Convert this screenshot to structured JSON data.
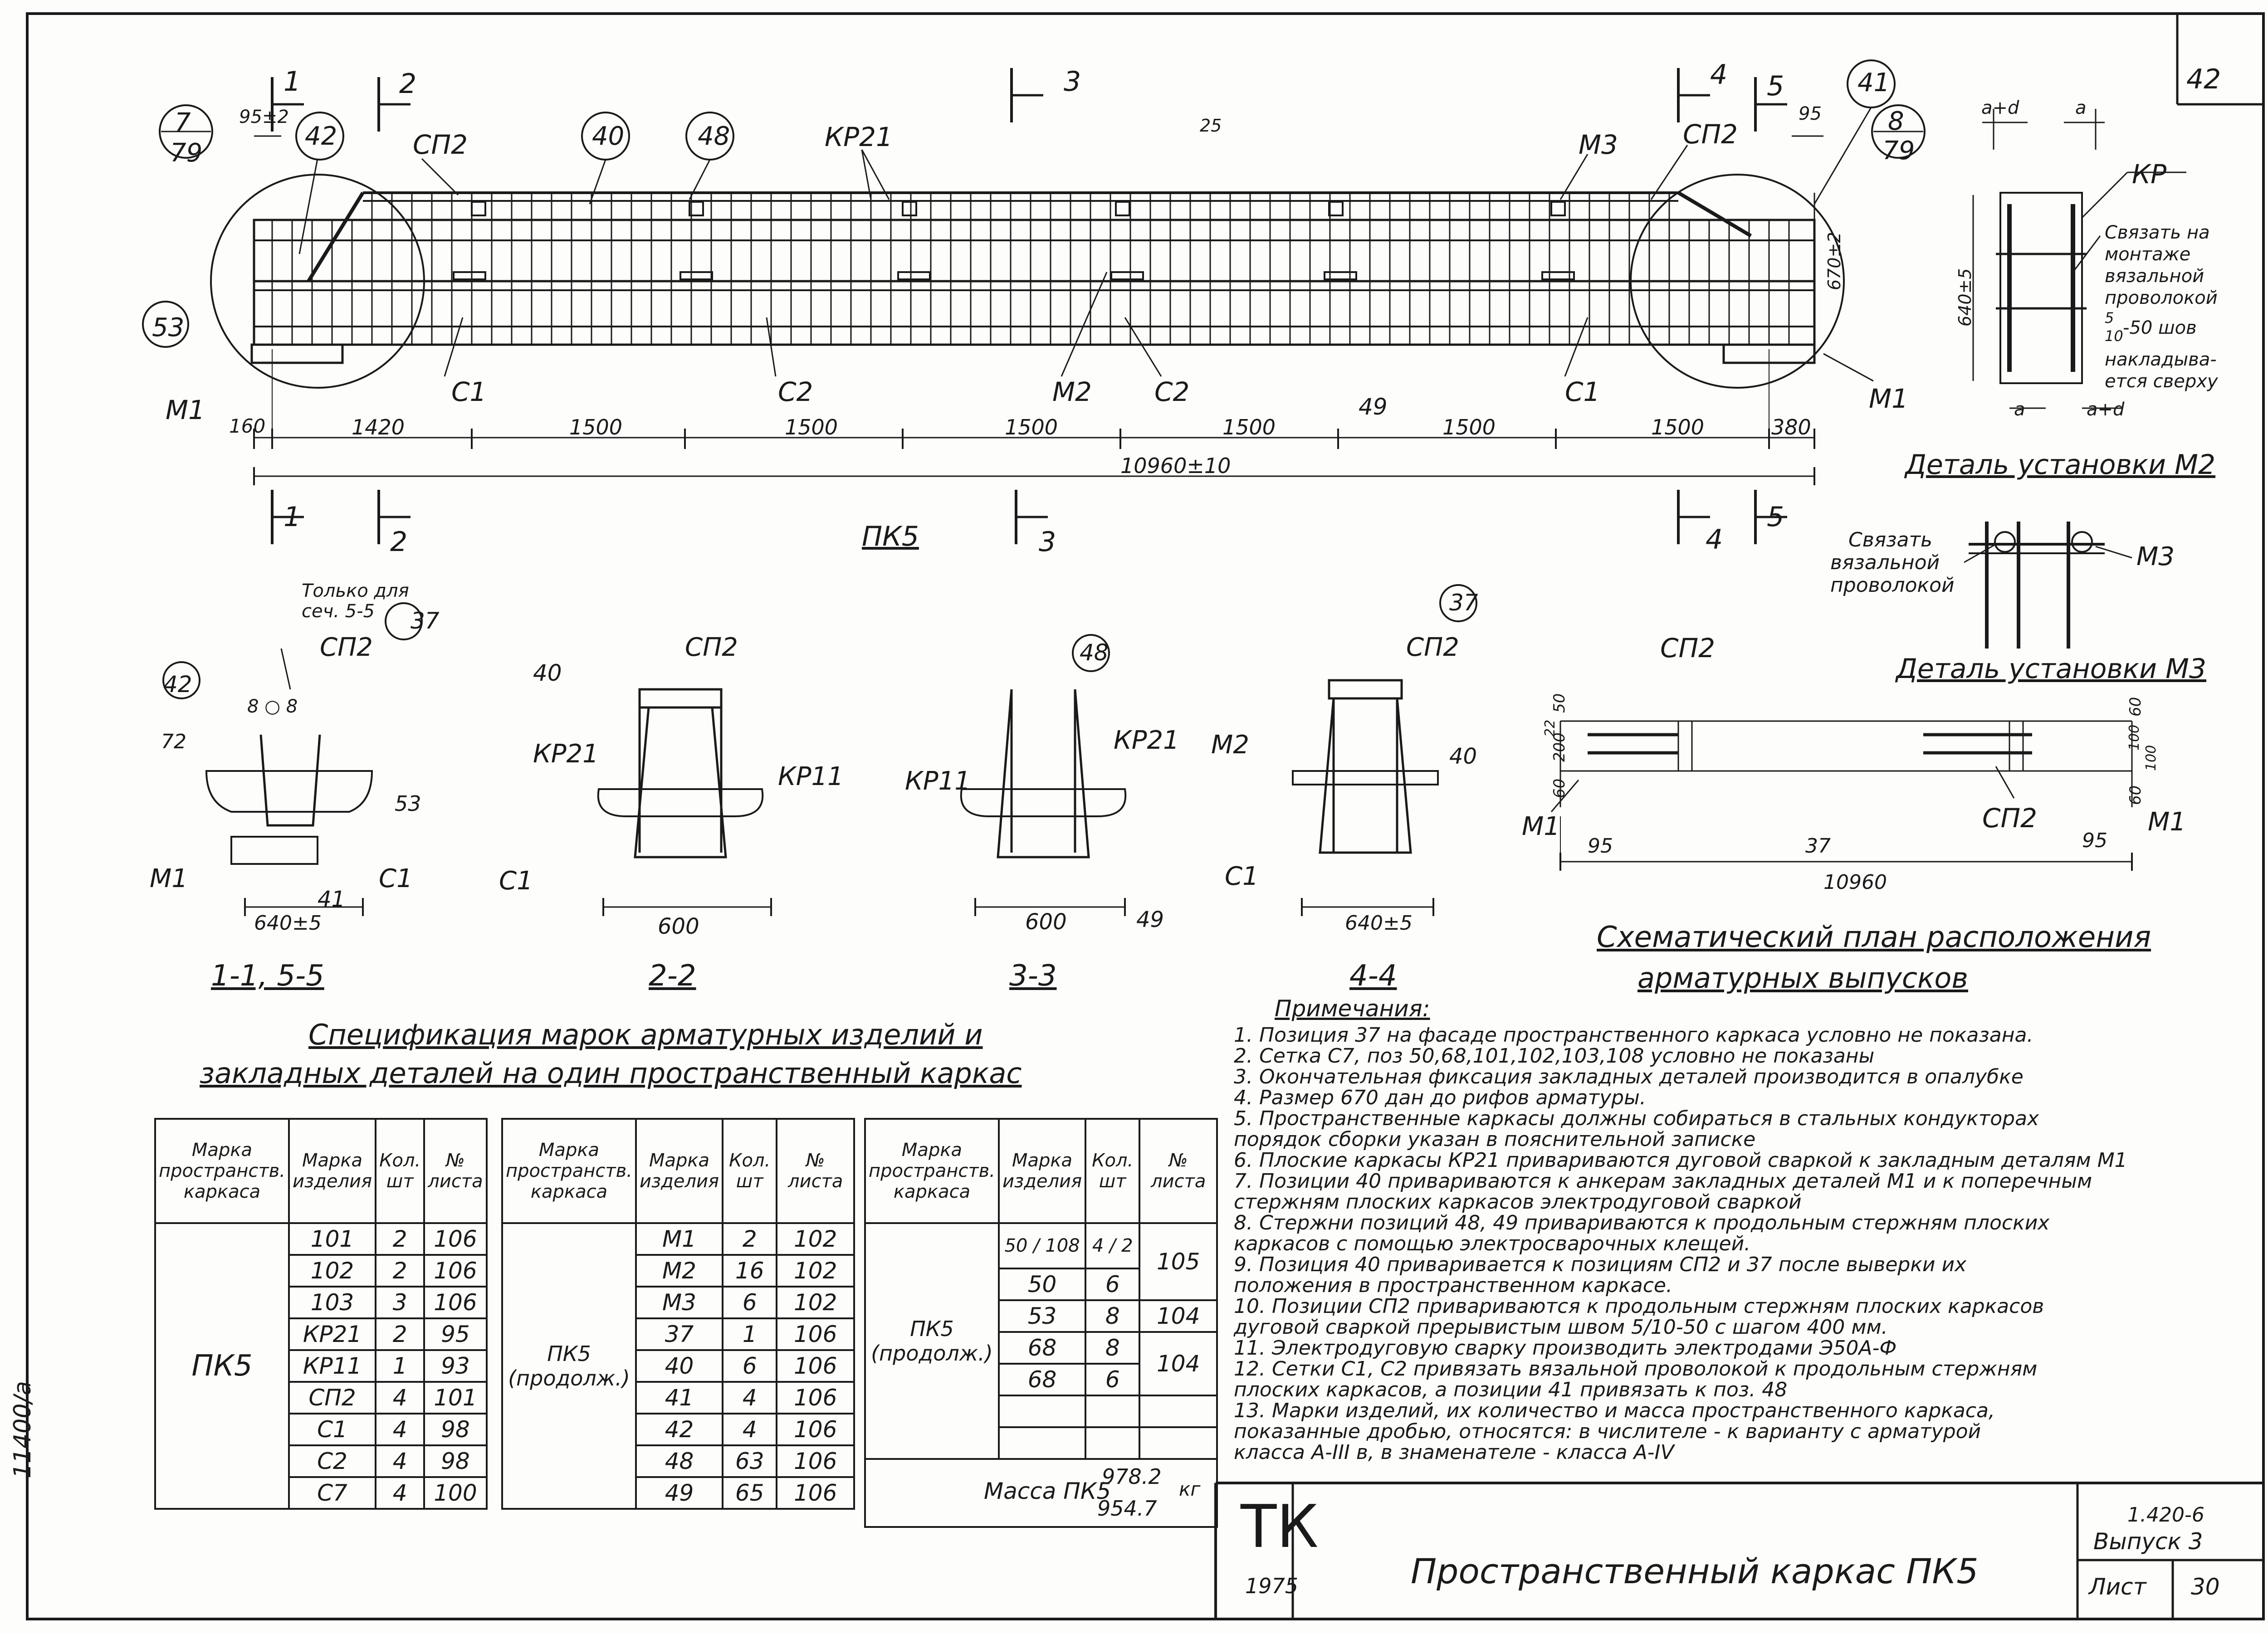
{
  "sheet_number_corner": "42",
  "elevation": {
    "caption": "ПК5",
    "labels": {
      "d7": "7",
      "d79a": "79",
      "d8": "8",
      "d79b": "79",
      "dim952": "95±2",
      "c42": "42",
      "c40": "40",
      "c48": "48",
      "c41": "41",
      "c53": "53",
      "sp2a": "СП2",
      "sp2b": "СП2",
      "kr21": "КР21",
      "m3": "М3",
      "m1a": "М1",
      "m1b": "М1",
      "c1a": "С1",
      "c1b": "С1",
      "c2a": "С2",
      "c2b": "С2",
      "m2": "М2",
      "n49": "49",
      "d25": "25",
      "d95": "95",
      "d670": "670±2"
    },
    "cuts": {
      "s1": "1",
      "s2": "2",
      "s3": "3",
      "s4": "4",
      "s5": "5"
    },
    "dims": [
      "160",
      "1420",
      "1500",
      "1500",
      "1500",
      "1500",
      "1500",
      "1500",
      "380"
    ],
    "total": "10960±10"
  },
  "detail_m2": {
    "title": "Деталь установки М2",
    "labels": {
      "aplusd1": "а+d",
      "a1": "а",
      "kr": "КР",
      "d640": "640±5",
      "aplusd2": "а+d",
      "a2": "а"
    },
    "note_lines": [
      "Связать на",
      "монтаже",
      "вязальной",
      "проволокой",
      "5",
      "10",
      "-50 шов",
      "накладыва-",
      "ется сверху"
    ]
  },
  "detail_m3": {
    "title": "Деталь установки М3",
    "note_lines": [
      "Связать",
      "вязальной",
      "проволокой"
    ],
    "m3": "М3"
  },
  "sections": {
    "s11": {
      "caption": "1-1, 5-5",
      "only": "Только для",
      "only2": "сеч. 5-5",
      "n37": "37",
      "sp2": "СП2",
      "n42": "42",
      "n88": "8 ○ 8",
      "n72": "72",
      "n53": "53",
      "m1": "М1",
      "c1": "С1",
      "n41": "41",
      "dim": "640±5"
    },
    "s22": {
      "caption": "2-2",
      "n40": "40",
      "sp2": "СП2",
      "kr21": "КР21",
      "kr11": "КР11",
      "c1": "С1",
      "dim": "600"
    },
    "s33": {
      "caption": "3-3",
      "n48": "48",
      "kr11": "КР11",
      "kr21": "КР21",
      "dim": "600",
      "n49": "49"
    },
    "s44": {
      "caption": "4-4",
      "n37": "37",
      "sp2": "СП2",
      "m2": "М2",
      "n40": "40",
      "c1": "С1",
      "dim": "640±5"
    }
  },
  "scheme": {
    "title1": "Схематический план расположения",
    "title2": "арматурных выпусков",
    "sp2a": "СП2",
    "sp2b": "СП2",
    "m1a": "М1",
    "m1b": "М1",
    "d95a": "95",
    "d37": "37",
    "d95b": "95",
    "d10960": "10960",
    "dl": [
      "50",
      "200",
      "22",
      "60"
    ],
    "dr": [
      "60",
      "100",
      "100",
      "60"
    ]
  },
  "spec": {
    "title1": "Спецификация марок арматурных изделий и",
    "title2": "закладных деталей на один пространственный каркас",
    "headers": [
      "Марка пространств. каркаса",
      "Марка изделия",
      "Кол. шт",
      "№ листа"
    ],
    "t1": {
      "frame": "ПК5",
      "rows": [
        [
          "101",
          "2",
          "106"
        ],
        [
          "102",
          "2",
          "106"
        ],
        [
          "103",
          "3",
          "106"
        ],
        [
          "КР21",
          "2",
          "95"
        ],
        [
          "КР11",
          "1",
          "93"
        ],
        [
          "СП2",
          "4",
          "101"
        ],
        [
          "С1",
          "4",
          "98"
        ],
        [
          "С2",
          "4",
          "98"
        ],
        [
          "С7",
          "4",
          "100"
        ]
      ]
    },
    "t2": {
      "frame": "ПК5 (продолж.)",
      "rows": [
        [
          "М1",
          "2",
          "102"
        ],
        [
          "М2",
          "16",
          "102"
        ],
        [
          "М3",
          "6",
          "102"
        ],
        [
          "37",
          "1",
          "106"
        ],
        [
          "40",
          "6",
          "106"
        ],
        [
          "41",
          "4",
          "106"
        ],
        [
          "42",
          "4",
          "106"
        ],
        [
          "48",
          "63",
          "106"
        ],
        [
          "49",
          "65",
          "106"
        ]
      ]
    },
    "t3": {
      "frame": "ПК5 (продолж.)",
      "rows": [
        [
          "50 / 108",
          "4 / 2",
          "105"
        ],
        [
          "50",
          "6",
          "105"
        ],
        [
          "53",
          "8",
          "104"
        ],
        [
          "68",
          "8",
          "104"
        ],
        [
          "68",
          "6",
          "104"
        ]
      ],
      "mass_label": "Масса ПК5",
      "mass_num": "978.2",
      "mass_den": "954.7",
      "mass_unit": "кг"
    }
  },
  "notes": {
    "title": "Примечания:",
    "items": [
      "1. Позиция 37 на фасаде пространственного каркаса условно не показана.",
      "2. Сетка С7, поз 50,68,101,102,103,108 условно не показаны",
      "3. Окончательная фиксация закладных деталей производится в опалубке",
      "4. Размер 670 дан до рифов арматуры.",
      "5. Пространственные каркасы должны собираться в стальных кондукторах",
      "   порядок сборки указан в пояснительной записке",
      "6. Плоские каркасы КР21 привариваются дуговой сваркой к закладным деталям М1",
      "7. Позиции 40 привариваются к анкерам закладных деталей М1 и к поперечным",
      "   стержням плоских каркасов электродуговой сваркой",
      "8. Стержни позиций 48, 49 привариваются к продольным стержням плоских",
      "   каркасов с помощью электросварочных клещей.",
      "9. Позиция 40 приваривается к позициям СП2 и 37 после выверки их",
      "   положения в пространственном каркасе.",
      "10. Позиции СП2 привариваются к продольным стержням плоских каркасов",
      "   дуговой сваркой прерывистым швом 5/10-50 с шагом 400 мм.",
      "11. Электродуговую сварку производить электродами Э50А-Ф",
      "12. Сетки С1, С2 привязать вязальной проволокой к продольным стержням",
      "   плоских каркасов, а позиции 41 привязать к поз. 48",
      "13. Марки изделий, их количество и масса пространственного каркаса,",
      "   показанные дробью, относятся: в числителе - к варианту с арматурой",
      "   класса А-III в, в знаменателе - класса А-IV"
    ]
  },
  "stamp": {
    "tk": "ТК",
    "year": "1975",
    "title": "Пространственный каркас ПК5",
    "code": "1.420-6",
    "issue": "Выпуск 3",
    "sheet_label": "Лист",
    "sheet_num": "30"
  },
  "side_text": "11400/а"
}
